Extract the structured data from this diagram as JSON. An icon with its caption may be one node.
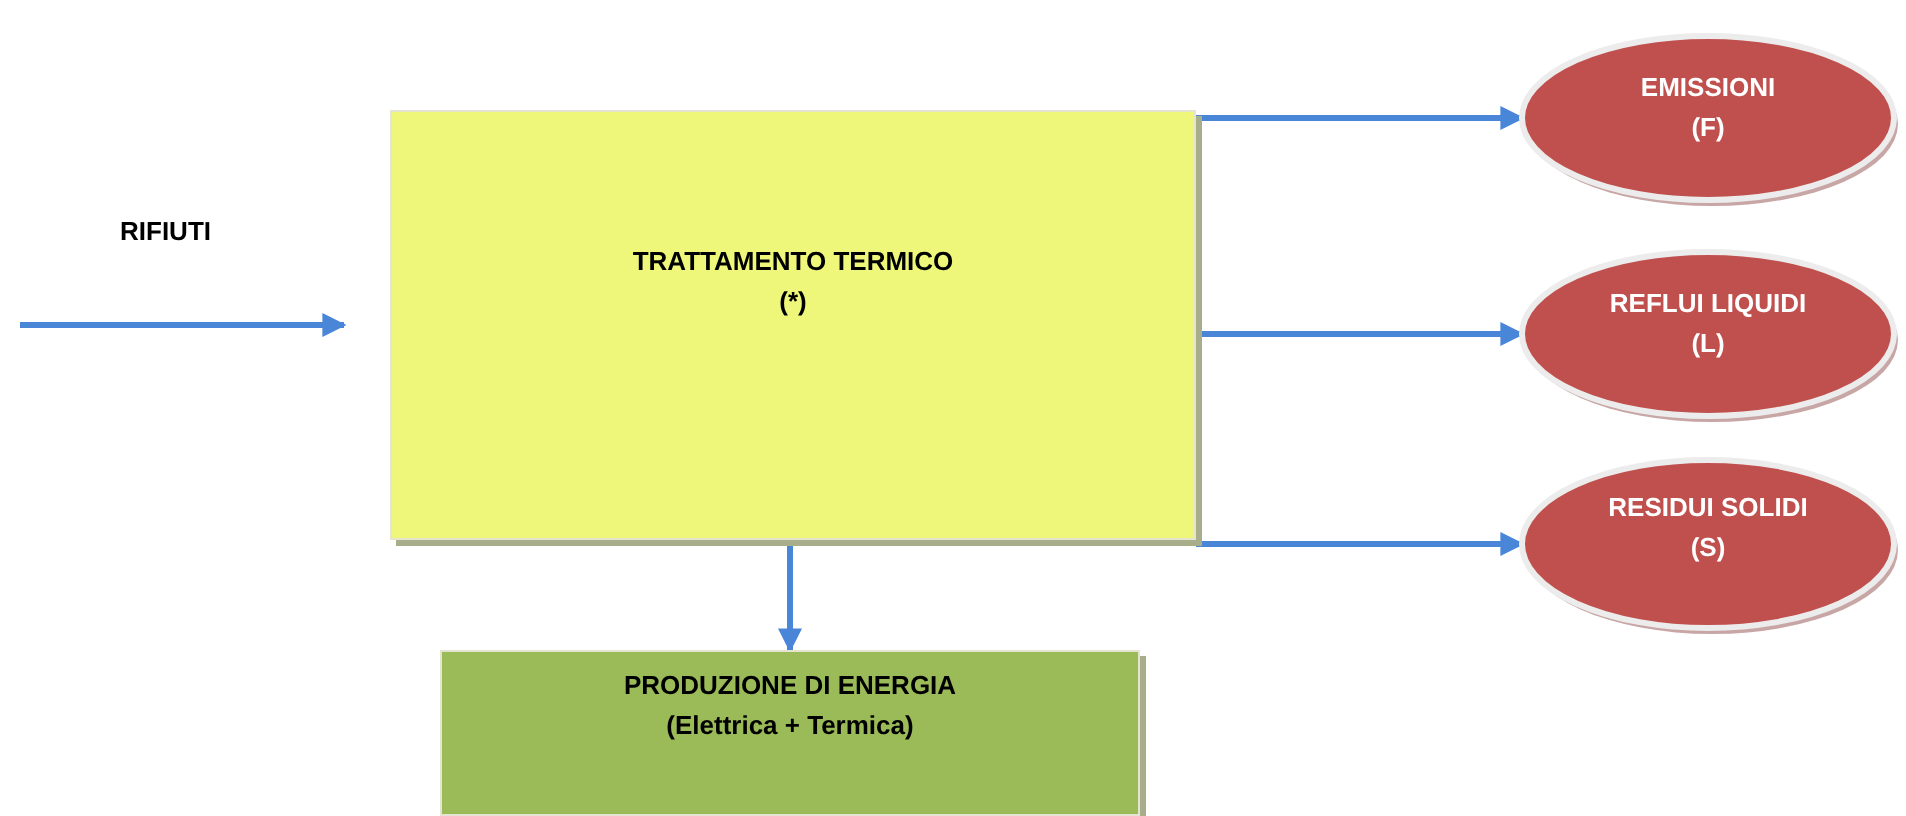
{
  "diagram": {
    "nodes": [
      {
        "text": [
          "TRATTAMENTO TERMICO",
          "(*)"
        ]
      },
      {
        "text": [
          "EMISSIONI",
          "(F)"
        ]
      },
      {
        "text": [
          "REFLUI LIQUIDI",
          "(L)"
        ]
      },
      {
        "text": [
          "RESIDUI SOLIDI",
          "(S)"
        ]
      },
      {
        "text": [
          "PRODUZIONE DI ENERGIA",
          "(Elettrica + Termica)"
        ]
      }
    ],
    "edges": [
      {
        "from": null,
        "to": 0,
        "arrow": "to"
      },
      {
        "from": 0,
        "to": 1,
        "arrow": "to"
      },
      {
        "from": 0,
        "to": 2,
        "arrow": "to"
      },
      {
        "from": 0,
        "to": 3,
        "arrow": "to"
      },
      {
        "from": 0,
        "to": 4,
        "arrow": "to"
      }
    ],
    "labels": [
      "RIFIUTI"
    ]
  }
}
